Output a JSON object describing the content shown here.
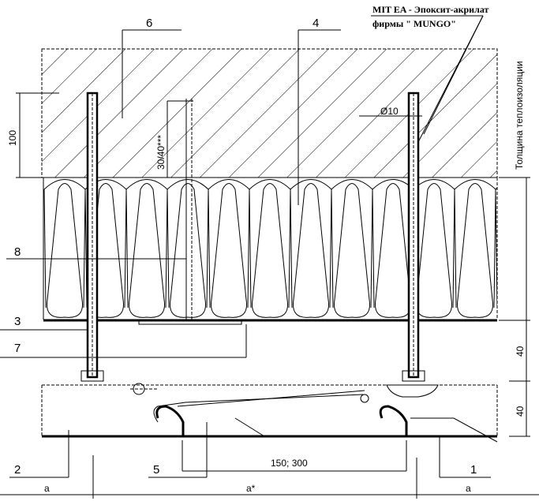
{
  "note": {
    "line1": "MIT EA - Эпоксит-акрилат",
    "line2": "фирмы \" MUNGO\""
  },
  "labels": {
    "l1": "1",
    "l2": "2",
    "l3": "3",
    "l4": "4",
    "l5": "5",
    "l6": "6",
    "l7": "7",
    "l8": "8"
  },
  "dimensions": {
    "anchor_depth": "100",
    "anchor_embed": "30/40***",
    "rod_diameter": "Ø10",
    "insulation_thickness": "Толщина теплоизоляции",
    "gap": "40",
    "panel_height": "40",
    "spacing": "150; 300",
    "edge_left": "a",
    "span": "a*",
    "edge_right": "a"
  }
}
